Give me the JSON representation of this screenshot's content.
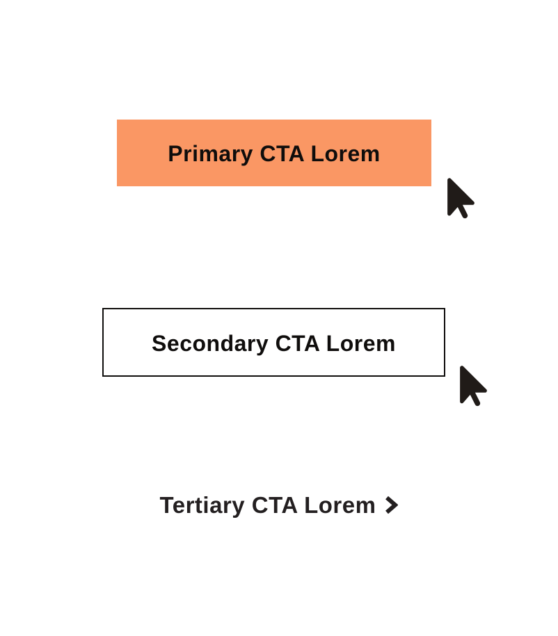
{
  "page": {
    "background_color": "#ffffff"
  },
  "cta_examples": {
    "primary": {
      "label": "Primary CTA Lorem",
      "background_color": "#fa9764",
      "text_color": "#0f0d0c"
    },
    "secondary": {
      "label": "Secondary CTA Lorem",
      "background_color": "#ffffff",
      "border_color": "#0f0d0c",
      "text_color": "#0f0d0c"
    },
    "tertiary": {
      "label": "Tertiary CTA Lorem",
      "text_color": "#231f20"
    }
  },
  "icons": {
    "cursor_pointer": "arrow-pointer-cursor",
    "cursor_color": "#201b18",
    "chevron_right": ">",
    "chevron_color": "#231f20"
  }
}
